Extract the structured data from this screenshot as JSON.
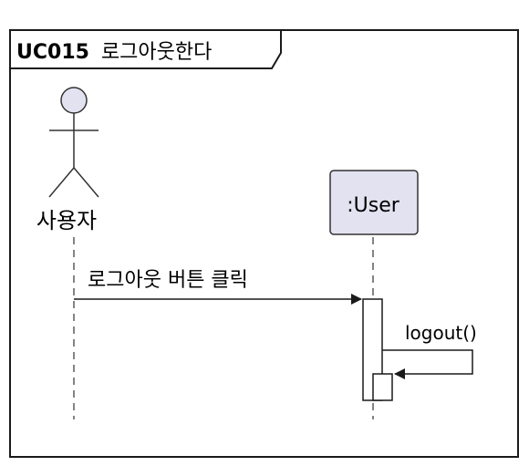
{
  "frame": {
    "id": "UC015",
    "title": "로그아웃한다"
  },
  "participants": [
    {
      "kind": "actor",
      "label": "사용자"
    },
    {
      "kind": "participant",
      "label": ":User"
    }
  ],
  "messages": [
    {
      "from": "사용자",
      "to": ":User",
      "label": "로그아웃 버튼 클릭"
    },
    {
      "from": ":User",
      "to": ":User",
      "label": "logout()"
    }
  ],
  "colors": {
    "frame_border": "#1a1a1a",
    "participant_fill": "#e2e2f0",
    "actor_head_fill": "#e2e2f0",
    "line": "#1a1a1a",
    "activation_fill": "#ffffff"
  }
}
